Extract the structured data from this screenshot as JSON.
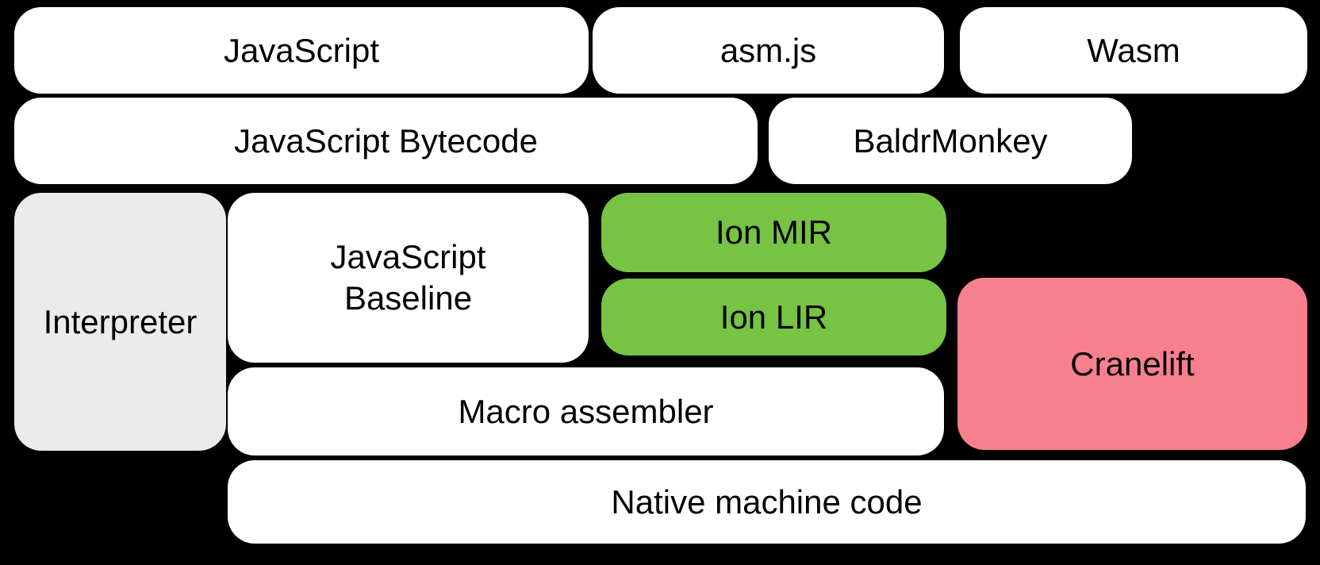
{
  "diagram": {
    "background_color": "#000000",
    "text_color": "#000000",
    "colors": {
      "white": "#ffffff",
      "gray": "#ebebeb",
      "green": "#77c344",
      "pink": "#f8808d"
    },
    "boxes": {
      "javascript": {
        "label": "JavaScript",
        "color": "#ffffff"
      },
      "asmjs": {
        "label": "asm.js",
        "color": "#ffffff"
      },
      "wasm": {
        "label": "Wasm",
        "color": "#ffffff"
      },
      "javascript_bytecode": {
        "label": "JavaScript Bytecode",
        "color": "#ffffff"
      },
      "baldrmonkey": {
        "label": "BaldrMonkey",
        "color": "#ffffff"
      },
      "interpreter": {
        "label": "Interpreter",
        "color": "#ebebeb"
      },
      "javascript_baseline": {
        "label": "JavaScript\nBaseline",
        "color": "#ffffff"
      },
      "ion_mir": {
        "label": "Ion MIR",
        "color": "#77c344"
      },
      "ion_lir": {
        "label": "Ion LIR",
        "color": "#77c344"
      },
      "cranelift": {
        "label": "Cranelift",
        "color": "#f8808d"
      },
      "macro_assembler": {
        "label": "Macro assembler",
        "color": "#ffffff"
      },
      "native_machine_code": {
        "label": "Native machine code",
        "color": "#ffffff"
      }
    }
  }
}
